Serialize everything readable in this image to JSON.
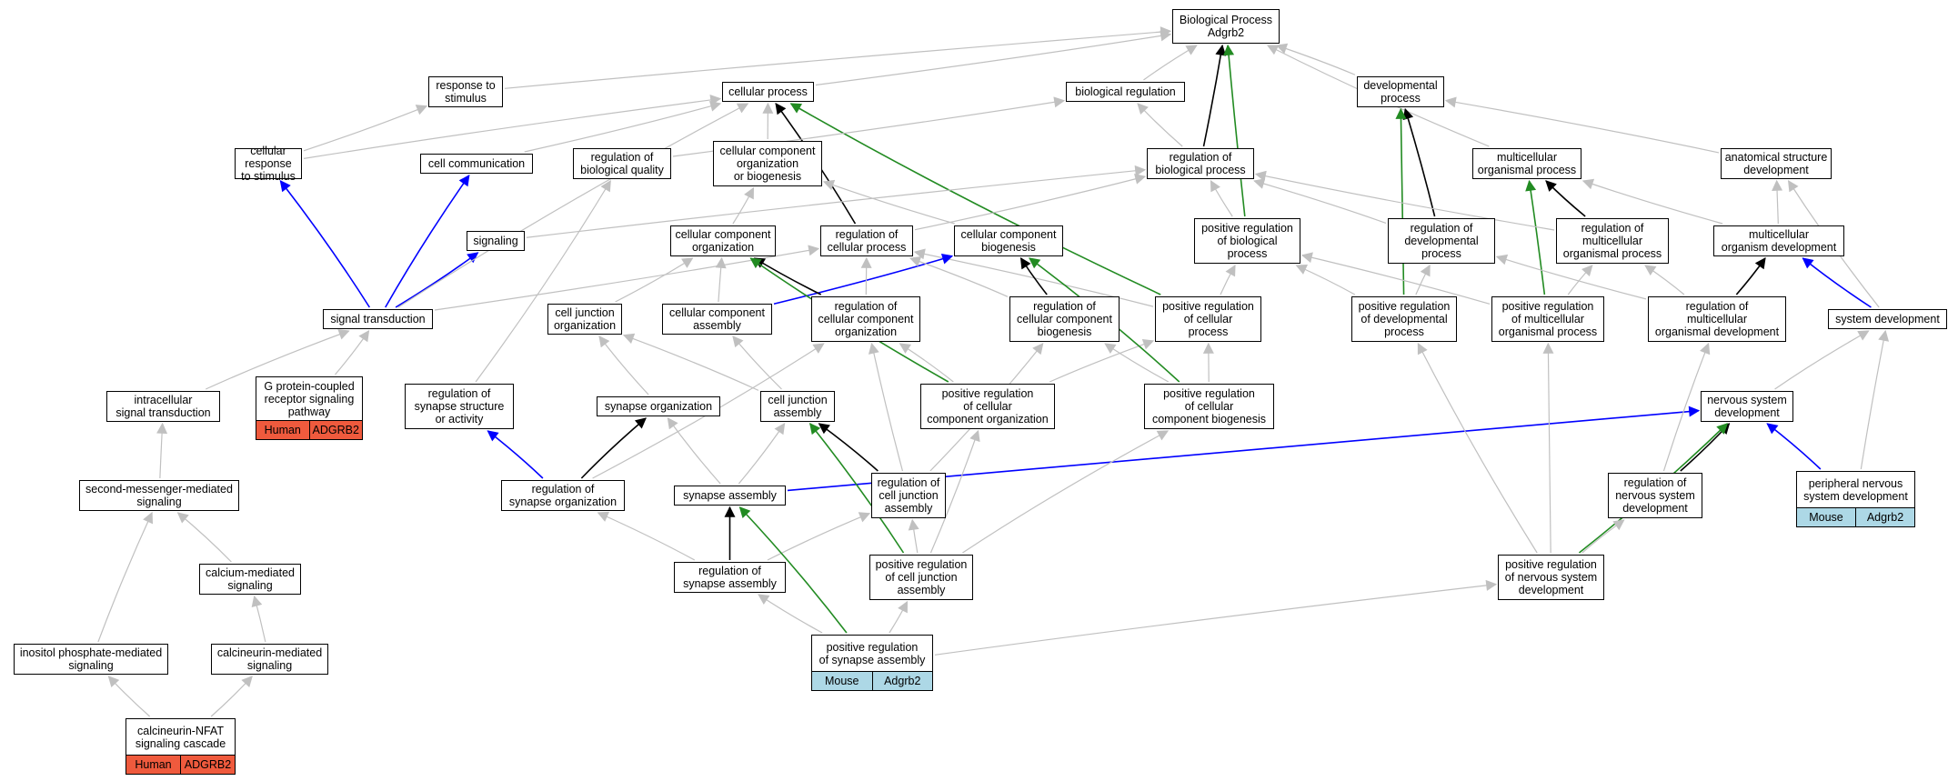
{
  "colors": {
    "plain": "#c0c0c0",
    "is_a": "#000000",
    "part_of": "#0000ff",
    "positively_regulates": "#228b22",
    "human": "#ef5a3d",
    "mouse": "#add8e6"
  },
  "nodes": [
    {
      "id": "bp",
      "label": "Biological Process\nAdgrb2"
    },
    {
      "id": "rts",
      "label": "response to\nstimulus"
    },
    {
      "id": "cp",
      "label": "cellular process"
    },
    {
      "id": "breg",
      "label": "biological regulation"
    },
    {
      "id": "dp",
      "label": "developmental\nprocess"
    },
    {
      "id": "crts",
      "label": "cellular response\nto stimulus"
    },
    {
      "id": "cc",
      "label": "cell communication"
    },
    {
      "id": "rbq",
      "label": "regulation of\nbiological quality"
    },
    {
      "id": "ccob",
      "label": "cellular component\norganization\nor biogenesis"
    },
    {
      "id": "rbp",
      "label": "regulation of\nbiological process"
    },
    {
      "id": "mop",
      "label": "multicellular\norganismal process"
    },
    {
      "id": "asd",
      "label": "anatomical structure\ndevelopment"
    },
    {
      "id": "sig",
      "label": "signaling"
    },
    {
      "id": "cco",
      "label": "cellular component\norganization"
    },
    {
      "id": "rcp",
      "label": "regulation of\ncellular process"
    },
    {
      "id": "ccb",
      "label": "cellular component\nbiogenesis"
    },
    {
      "id": "prbp",
      "label": "positive regulation\nof biological\nprocess"
    },
    {
      "id": "rdp",
      "label": "regulation of\ndevelopmental\nprocess"
    },
    {
      "id": "rmop",
      "label": "regulation of\nmulticellular\norganismal process"
    },
    {
      "id": "mod",
      "label": "multicellular\norganism development"
    },
    {
      "id": "st",
      "label": "signal transduction"
    },
    {
      "id": "cjo",
      "label": "cell junction\norganization"
    },
    {
      "id": "cca",
      "label": "cellular component\nassembly"
    },
    {
      "id": "rcco",
      "label": "regulation of\ncellular component\norganization"
    },
    {
      "id": "rccb",
      "label": "regulation of\ncellular component\nbiogenesis"
    },
    {
      "id": "prcp",
      "label": "positive regulation\nof cellular\nprocess"
    },
    {
      "id": "prdp",
      "label": "positive regulation\nof developmental\nprocess"
    },
    {
      "id": "prmop",
      "label": "positive regulation\nof multicellular\norganismal process"
    },
    {
      "id": "rmod",
      "label": "regulation of\nmulticellular\norganismal development"
    },
    {
      "id": "sd",
      "label": "system development"
    },
    {
      "id": "ist",
      "label": "intracellular\nsignal transduction"
    },
    {
      "id": "gpcr",
      "label": "G protein-coupled\nreceptor signaling\npathway",
      "gene": [
        "Human",
        "ADGRB2"
      ],
      "gene_color": "human"
    },
    {
      "id": "rssa",
      "label": "regulation of\nsynapse structure\nor activity"
    },
    {
      "id": "so",
      "label": "synapse organization"
    },
    {
      "id": "cja",
      "label": "cell junction\nassembly"
    },
    {
      "id": "prcco",
      "label": "positive regulation\nof cellular\ncomponent organization"
    },
    {
      "id": "prccb",
      "label": "positive regulation\nof cellular\ncomponent biogenesis"
    },
    {
      "id": "nsd",
      "label": "nervous system\ndevelopment"
    },
    {
      "id": "smms",
      "label": "second-messenger-mediated\nsignaling"
    },
    {
      "id": "rso",
      "label": "regulation of\nsynapse organization"
    },
    {
      "id": "sa",
      "label": "synapse assembly"
    },
    {
      "id": "rcja",
      "label": "regulation of\ncell junction\nassembly"
    },
    {
      "id": "rnsd",
      "label": "regulation of\nnervous system\ndevelopment"
    },
    {
      "id": "pnsd",
      "label": "peripheral nervous\nsystem development",
      "gene": [
        "Mouse",
        "Adgrb2"
      ],
      "gene_color": "mouse"
    },
    {
      "id": "cams",
      "label": "calcium-mediated\nsignaling"
    },
    {
      "id": "rsa",
      "label": "regulation of\nsynapse assembly"
    },
    {
      "id": "prcja",
      "label": "positive regulation\nof cell junction\nassembly"
    },
    {
      "id": "prnsd",
      "label": "positive regulation\nof nervous system\ndevelopment"
    },
    {
      "id": "ipms",
      "label": "inositol phosphate-mediated\nsignaling"
    },
    {
      "id": "cnms",
      "label": "calcineurin-mediated\nsignaling"
    },
    {
      "id": "psa",
      "label": "positive regulation\nof synapse assembly",
      "gene": [
        "Mouse",
        "Adgrb2"
      ],
      "gene_color": "mouse"
    },
    {
      "id": "cnfat",
      "label": "calcineurin-NFAT\nsignaling cascade",
      "gene": [
        "Human",
        "ADGRB2"
      ],
      "gene_color": "human"
    }
  ],
  "edges": [
    {
      "from": "rts",
      "to": "bp",
      "type": "plain"
    },
    {
      "from": "cp",
      "to": "bp",
      "type": "plain"
    },
    {
      "from": "breg",
      "to": "bp",
      "type": "plain"
    },
    {
      "from": "dp",
      "to": "bp",
      "type": "plain"
    },
    {
      "from": "mop",
      "to": "bp",
      "type": "plain"
    },
    {
      "from": "rbp",
      "to": "bp",
      "type": "is_a"
    },
    {
      "from": "prbp",
      "to": "bp",
      "type": "positively_regulates"
    },
    {
      "from": "crts",
      "to": "rts",
      "type": "plain"
    },
    {
      "from": "crts",
      "to": "cp",
      "type": "plain"
    },
    {
      "from": "cc",
      "to": "cp",
      "type": "plain"
    },
    {
      "from": "ccob",
      "to": "cp",
      "type": "plain"
    },
    {
      "from": "rcp",
      "to": "cp",
      "type": "is_a"
    },
    {
      "from": "prcp",
      "to": "cp",
      "type": "positively_regulates"
    },
    {
      "from": "rbq",
      "to": "breg",
      "type": "plain"
    },
    {
      "from": "rbp",
      "to": "breg",
      "type": "plain"
    },
    {
      "from": "rdp",
      "to": "dp",
      "type": "is_a"
    },
    {
      "from": "prdp",
      "to": "dp",
      "type": "positively_regulates"
    },
    {
      "from": "asd",
      "to": "dp",
      "type": "plain"
    },
    {
      "from": "rmop",
      "to": "mop",
      "type": "is_a"
    },
    {
      "from": "prmop",
      "to": "mop",
      "type": "positively_regulates"
    },
    {
      "from": "mod",
      "to": "mop",
      "type": "plain"
    },
    {
      "from": "mod",
      "to": "asd",
      "type": "plain"
    },
    {
      "from": "sd",
      "to": "asd",
      "type": "plain"
    },
    {
      "from": "st",
      "to": "crts",
      "type": "part_of"
    },
    {
      "from": "st",
      "to": "cc",
      "type": "part_of"
    },
    {
      "from": "st",
      "to": "sig",
      "type": "part_of"
    },
    {
      "from": "st",
      "to": "cp",
      "type": "plain"
    },
    {
      "from": "st",
      "to": "rcp",
      "type": "plain"
    },
    {
      "from": "sig",
      "to": "rbp",
      "type": "plain"
    },
    {
      "from": "cco",
      "to": "ccob",
      "type": "plain"
    },
    {
      "from": "ccb",
      "to": "ccob",
      "type": "plain"
    },
    {
      "from": "rcp",
      "to": "rbp",
      "type": "plain"
    },
    {
      "from": "prbp",
      "to": "rbp",
      "type": "plain"
    },
    {
      "from": "rdp",
      "to": "rbp",
      "type": "plain"
    },
    {
      "from": "rmop",
      "to": "rbp",
      "type": "plain"
    },
    {
      "from": "prcp",
      "to": "rcp",
      "type": "plain"
    },
    {
      "from": "prcp",
      "to": "prbp",
      "type": "plain"
    },
    {
      "from": "prdp",
      "to": "prbp",
      "type": "plain"
    },
    {
      "from": "prdp",
      "to": "rdp",
      "type": "plain"
    },
    {
      "from": "prmop",
      "to": "prbp",
      "type": "plain"
    },
    {
      "from": "prmop",
      "to": "rmop",
      "type": "plain"
    },
    {
      "from": "rmod",
      "to": "rmop",
      "type": "plain"
    },
    {
      "from": "rmod",
      "to": "rdp",
      "type": "plain"
    },
    {
      "from": "rmod",
      "to": "mod",
      "type": "is_a"
    },
    {
      "from": "sd",
      "to": "mod",
      "type": "part_of"
    },
    {
      "from": "cjo",
      "to": "cco",
      "type": "plain"
    },
    {
      "from": "cca",
      "to": "cco",
      "type": "plain"
    },
    {
      "from": "cca",
      "to": "ccb",
      "type": "part_of"
    },
    {
      "from": "rcco",
      "to": "cco",
      "type": "is_a"
    },
    {
      "from": "rcco",
      "to": "rcp",
      "type": "plain"
    },
    {
      "from": "rccb",
      "to": "ccb",
      "type": "is_a"
    },
    {
      "from": "rccb",
      "to": "rcp",
      "type": "plain"
    },
    {
      "from": "prcco",
      "to": "cco",
      "type": "positively_regulates"
    },
    {
      "from": "prcco",
      "to": "rcco",
      "type": "plain"
    },
    {
      "from": "prcco",
      "to": "prcp",
      "type": "plain"
    },
    {
      "from": "prccb",
      "to": "ccb",
      "type": "positively_regulates"
    },
    {
      "from": "prccb",
      "to": "rccb",
      "type": "plain"
    },
    {
      "from": "prccb",
      "to": "prcp",
      "type": "plain"
    },
    {
      "from": "ist",
      "to": "st",
      "type": "plain"
    },
    {
      "from": "gpcr",
      "to": "st",
      "type": "plain"
    },
    {
      "from": "smms",
      "to": "ist",
      "type": "plain"
    },
    {
      "from": "rssa",
      "to": "rbq",
      "type": "plain"
    },
    {
      "from": "so",
      "to": "cjo",
      "type": "plain"
    },
    {
      "from": "cja",
      "to": "cjo",
      "type": "plain"
    },
    {
      "from": "cja",
      "to": "cca",
      "type": "plain"
    },
    {
      "from": "rso",
      "to": "rssa",
      "type": "part_of"
    },
    {
      "from": "rso",
      "to": "so",
      "type": "is_a"
    },
    {
      "from": "rso",
      "to": "rcco",
      "type": "plain"
    },
    {
      "from": "sa",
      "to": "so",
      "type": "plain"
    },
    {
      "from": "sa",
      "to": "cja",
      "type": "plain"
    },
    {
      "from": "sa",
      "to": "nsd",
      "type": "part_of"
    },
    {
      "from": "rcja",
      "to": "cja",
      "type": "is_a"
    },
    {
      "from": "rcja",
      "to": "rcco",
      "type": "plain"
    },
    {
      "from": "rcja",
      "to": "rccb",
      "type": "plain"
    },
    {
      "from": "nsd",
      "to": "sd",
      "type": "plain"
    },
    {
      "from": "pnsd",
      "to": "nsd",
      "type": "part_of"
    },
    {
      "from": "pnsd",
      "to": "sd",
      "type": "plain"
    },
    {
      "from": "rnsd",
      "to": "nsd",
      "type": "is_a"
    },
    {
      "from": "rnsd",
      "to": "rmod",
      "type": "plain"
    },
    {
      "from": "cams",
      "to": "smms",
      "type": "plain"
    },
    {
      "from": "ipms",
      "to": "smms",
      "type": "plain"
    },
    {
      "from": "cnms",
      "to": "cams",
      "type": "plain"
    },
    {
      "from": "cnfat",
      "to": "ipms",
      "type": "plain"
    },
    {
      "from": "cnfat",
      "to": "cnms",
      "type": "plain"
    },
    {
      "from": "rsa",
      "to": "sa",
      "type": "is_a"
    },
    {
      "from": "rsa",
      "to": "rso",
      "type": "plain"
    },
    {
      "from": "rsa",
      "to": "rcja",
      "type": "plain"
    },
    {
      "from": "prcja",
      "to": "cja",
      "type": "positively_regulates"
    },
    {
      "from": "prcja",
      "to": "rcja",
      "type": "plain"
    },
    {
      "from": "prcja",
      "to": "prcco",
      "type": "plain"
    },
    {
      "from": "prcja",
      "to": "prccb",
      "type": "plain"
    },
    {
      "from": "prnsd",
      "to": "nsd",
      "type": "positively_regulates"
    },
    {
      "from": "prnsd",
      "to": "rnsd",
      "type": "plain"
    },
    {
      "from": "prnsd",
      "to": "prmop",
      "type": "plain"
    },
    {
      "from": "prnsd",
      "to": "prdp",
      "type": "plain"
    },
    {
      "from": "psa",
      "to": "sa",
      "type": "positively_regulates"
    },
    {
      "from": "psa",
      "to": "rsa",
      "type": "plain"
    },
    {
      "from": "psa",
      "to": "prcja",
      "type": "plain"
    },
    {
      "from": "psa",
      "to": "prnsd",
      "type": "plain"
    }
  ]
}
